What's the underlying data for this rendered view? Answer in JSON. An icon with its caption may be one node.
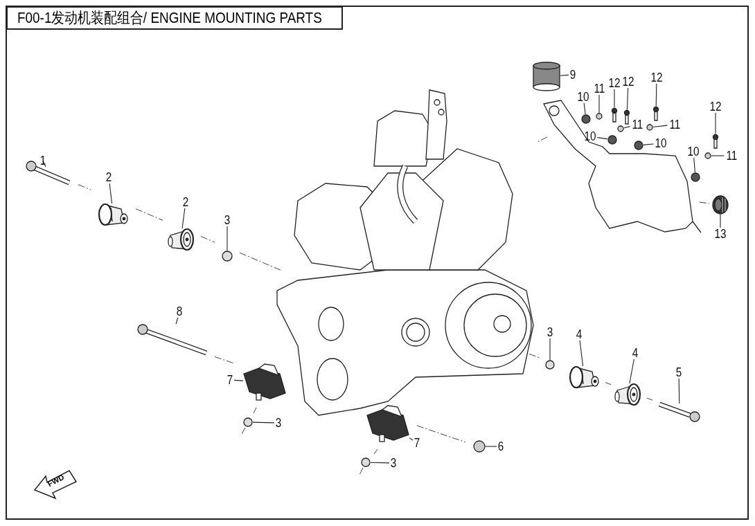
{
  "diagram": {
    "title": "F00-1发动机装配组合/ ENGINE MOUNTING PARTS",
    "nodes": [
      {
        "text": [
          "1"
        ]
      },
      {
        "text": [
          "2"
        ]
      },
      {
        "text": [
          "2"
        ]
      },
      {
        "text": [
          "3"
        ]
      },
      {
        "text": [
          "8"
        ]
      },
      {
        "text": [
          "7"
        ]
      },
      {
        "text": [
          "3"
        ]
      },
      {
        "text": [
          "7"
        ]
      },
      {
        "text": [
          "3"
        ]
      },
      {
        "text": [
          "6"
        ]
      },
      {
        "text": [
          "3"
        ]
      },
      {
        "text": [
          "4"
        ]
      },
      {
        "text": [
          "4"
        ]
      },
      {
        "text": [
          "5"
        ]
      },
      {
        "text": [
          "9"
        ]
      },
      {
        "text": [
          "10"
        ]
      },
      {
        "text": [
          "11"
        ]
      },
      {
        "text": [
          "12"
        ]
      },
      {
        "text": [
          "12"
        ]
      },
      {
        "text": [
          "12"
        ]
      },
      {
        "text": [
          "11"
        ]
      },
      {
        "text": [
          "10"
        ]
      },
      {
        "text": [
          "11"
        ]
      },
      {
        "text": [
          "10"
        ]
      },
      {
        "text": [
          "12"
        ]
      },
      {
        "text": [
          "10"
        ]
      },
      {
        "text": [
          "11"
        ]
      },
      {
        "text": [
          "13"
        ]
      },
      {
        "text": [],
        "shape": "picture"
      },
      {
        "text": [],
        "shape": "picture"
      },
      {
        "text": [],
        "shape": "picture"
      },
      {
        "text": [],
        "shape": "circle"
      },
      {
        "text": [],
        "shape": "picture"
      },
      {
        "text": [],
        "shape": "picture"
      },
      {
        "text": [],
        "shape": "circle"
      },
      {
        "text": [],
        "shape": "picture"
      },
      {
        "text": [],
        "shape": "circle"
      },
      {
        "text": [],
        "shape": "circle"
      },
      {
        "text": [],
        "shape": "circle"
      },
      {
        "text": [],
        "shape": "picture"
      },
      {
        "text": [],
        "shape": "picture"
      },
      {
        "text": [],
        "shape": "picture"
      },
      {
        "text": [],
        "shape": "cylinder"
      },
      {
        "text": [],
        "shape": "circle"
      },
      {
        "text": [],
        "shape": "circle"
      },
      {
        "text": [],
        "shape": "picture"
      },
      {
        "text": [],
        "shape": "picture"
      },
      {
        "text": [],
        "shape": "picture"
      },
      {
        "text": [],
        "shape": "circle"
      },
      {
        "text": [],
        "shape": "circle"
      },
      {
        "text": [],
        "shape": "circle"
      },
      {
        "text": [],
        "shape": "circle"
      },
      {
        "text": [],
        "shape": "picture"
      },
      {
        "text": [],
        "shape": "circle"
      },
      {
        "text": [],
        "shape": "circle"
      },
      {
        "text": [],
        "shape": "picture"
      }
    ],
    "edges": [
      {
        "from": 0,
        "to": 28,
        "arrow": "none"
      },
      {
        "from": 1,
        "to": 29,
        "arrow": "none"
      },
      {
        "from": 2,
        "to": 30,
        "arrow": "none"
      },
      {
        "from": 3,
        "to": 31,
        "arrow": "none"
      },
      {
        "from": 4,
        "to": 32,
        "arrow": "none"
      },
      {
        "from": 5,
        "to": 33,
        "arrow": "none"
      },
      {
        "from": 6,
        "to": 34,
        "arrow": "none"
      },
      {
        "from": 7,
        "to": 35,
        "arrow": "none"
      },
      {
        "from": 8,
        "to": 36,
        "arrow": "none"
      },
      {
        "from": 9,
        "to": 37,
        "arrow": "none"
      },
      {
        "from": 10,
        "to": 38,
        "arrow": "none"
      },
      {
        "from": 11,
        "to": 39,
        "arrow": "none"
      },
      {
        "from": 12,
        "to": 40,
        "arrow": "none"
      },
      {
        "from": 13,
        "to": 41,
        "arrow": "none"
      },
      {
        "from": 14,
        "to": 42,
        "arrow": "none"
      },
      {
        "from": 15,
        "to": 43,
        "arrow": "none"
      },
      {
        "from": 16,
        "to": 44,
        "arrow": "none"
      },
      {
        "from": 17,
        "to": 45,
        "arrow": "none"
      },
      {
        "from": 18,
        "to": 46,
        "arrow": "none"
      },
      {
        "from": 19,
        "to": 47,
        "arrow": "none"
      },
      {
        "from": 20,
        "to": 48,
        "arrow": "none"
      },
      {
        "from": 21,
        "to": 49,
        "arrow": "none"
      },
      {
        "from": 22,
        "to": 50,
        "arrow": "none"
      },
      {
        "from": 23,
        "to": 51,
        "arrow": "none"
      },
      {
        "from": 24,
        "to": 52,
        "arrow": "none"
      },
      {
        "from": 25,
        "to": 53,
        "arrow": "none"
      },
      {
        "from": 26,
        "to": 54,
        "arrow": "none"
      },
      {
        "from": 27,
        "to": 55,
        "arrow": "none"
      }
    ],
    "labels": [
      "FWD"
    ]
  }
}
